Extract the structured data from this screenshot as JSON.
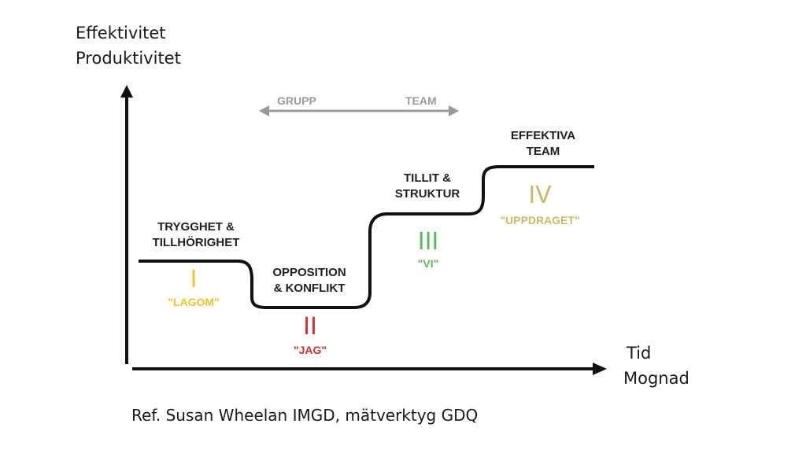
{
  "axes": {
    "y_label": [
      "Effektivitet",
      "Produktivitet"
    ],
    "x_label": [
      "Tid",
      "Mognad"
    ]
  },
  "group_axis": {
    "left_label": "GRUPP",
    "right_label": "TEAM",
    "color": "#9a9a9a"
  },
  "phases": [
    {
      "title": [
        "TRYGGHET &",
        "TILLHÖRIGHET"
      ],
      "numeral": "I",
      "nickname": "\"LAGOM\"",
      "color": "#f1c232"
    },
    {
      "title": [
        "OPPOSITION",
        "& KONFLIKT"
      ],
      "numeral": "II",
      "nickname": "\"JAG\"",
      "color": "#cc3333"
    },
    {
      "title": [
        "TILLIT &",
        "STRUKTUR"
      ],
      "numeral": "III",
      "nickname": "\"VI\"",
      "color": "#5cb85c"
    },
    {
      "title": [
        "EFFEKTIVA",
        "TEAM"
      ],
      "numeral": "IV",
      "nickname": "\"UPPDRAGET\"",
      "color": "#c9b96a"
    }
  ],
  "reference": "Ref. Susan Wheelan IMGD, mätverktyg GDQ",
  "colors": {
    "axis": "#111111",
    "curve": "#111111"
  }
}
